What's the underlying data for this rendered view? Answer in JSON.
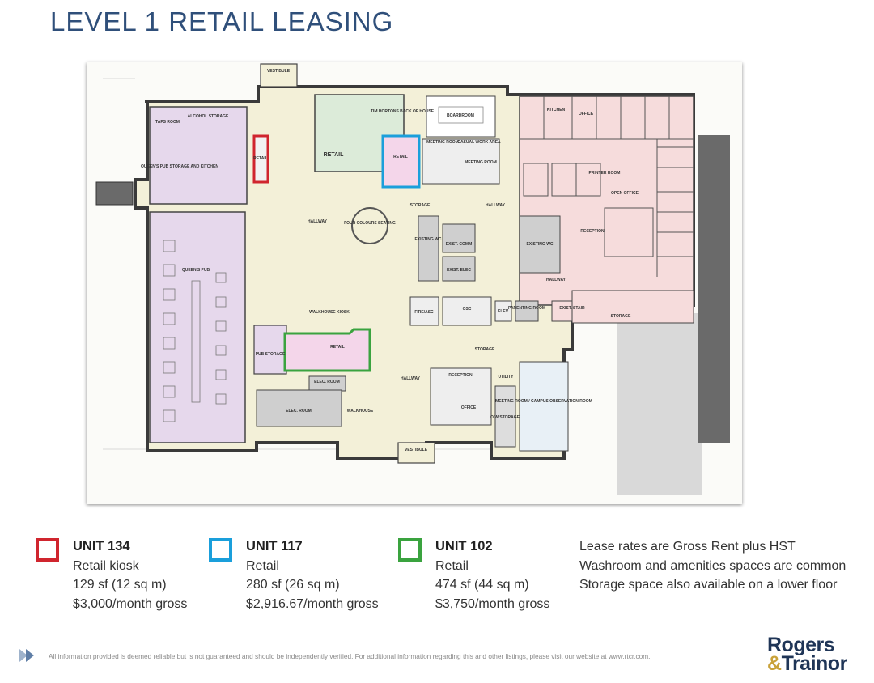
{
  "page": {
    "title": "LEVEL 1 RETAIL LEASING"
  },
  "floorplan": {
    "labels": {
      "retail_main": "RETAIL",
      "retail_117": "RETAIL",
      "retail_102": "RETAIL",
      "retail_134": "RETAIL",
      "vestibule_top": "VESTIBULE",
      "vestibule_bottom": "VESTIBULE",
      "tim_hortons": "TIM HORTONS BACK OF HOUSE",
      "boardroom": "BOARDROOM",
      "casual": "CASUAL WORK AREA",
      "meeting1": "MEETING ROOM",
      "meeting2": "MEETING ROOM",
      "alcohol": "ALCOHOL STORAGE",
      "taps": "TAPS ROOM",
      "pub_storage_kitchen": "QUEEN'S PUB STORAGE AND KITCHEN",
      "pub": "QUEEN'S PUB",
      "pub_storage": "PUB STORAGE",
      "hallway1": "HALLWAY",
      "hallway2": "HALLWAY",
      "hallway3": "HALLWAY",
      "hallway4": "HALLWAY",
      "four_colours": "FOUR COLOURS SEATING",
      "storage1": "STORAGE",
      "storage2": "STORAGE",
      "storage3": "STORAGE",
      "existing_wc": "EXISTING WC",
      "exist_comm": "EXIST. COMM",
      "exist_elec": "EXIST. ELEC",
      "existing_wc2": "EXISTING WC",
      "reception1": "RECEPTION",
      "reception2": "RECEPTION",
      "office": "OFFICE",
      "open_office": "OPEN OFFICE",
      "printer": "PRINTER ROOM",
      "kitchen": "KITCHEN",
      "walkhouse_kiosk": "WALKHOUSE KIOSK",
      "elec_room1": "ELEC. ROOM",
      "elec_room2": "ELEC. ROOM",
      "walkhouse": "WALKHOUSE",
      "firealarm": "FIRE/ASC",
      "osc": "OSC",
      "elev": "ELEV.",
      "parenting": "PARENTING ROOM",
      "exist_stair": "EXIST. STAIR",
      "campus_meeting": "MEETING ROOM / CAMPUS OBSERVATION ROOM",
      "office_small": "OFFICE",
      "utility": "UTILITY",
      "ow_storage": "O/W STORAGE"
    }
  },
  "units": [
    {
      "code": "UNIT 134",
      "type": "Retail kiosk",
      "area": "129 sf (12 sq m)",
      "rate": "$3,000/month gross",
      "color": "#d0252e"
    },
    {
      "code": "UNIT 117",
      "type": "Retail",
      "area": "280 sf (26 sq m)",
      "rate": "$2,916.67/month gross",
      "color": "#1a9fdb"
    },
    {
      "code": "UNIT 102",
      "type": "Retail",
      "area": "474 sf (44 sq m)",
      "rate": "$3,750/month gross",
      "color": "#3aa33f"
    }
  ],
  "notes": [
    "Lease rates are Gross Rent plus HST",
    "Washroom and amenities spaces are common",
    "Storage space also available on a lower floor"
  ],
  "footer": {
    "disclaimer": "All information provided is deemed reliable but is not guaranteed and should be independently verified. For additional information regarding this and other listings, please visit our website at www.rtcr.com.",
    "logo_line1": "Rogers",
    "logo_amp": "&",
    "logo_line2": "Trainor"
  },
  "colors": {
    "title": "#2f4f7a",
    "pub": "#e6d8ec",
    "office": "#f6dcdc",
    "retail_main": "#dcebd9",
    "hallway": "#f3f0d8",
    "wc": "#cfcfcf"
  }
}
